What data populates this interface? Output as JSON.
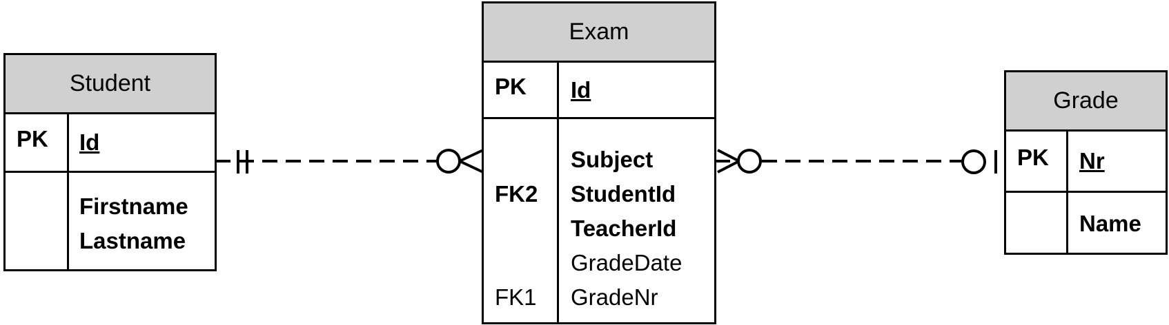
{
  "entities": {
    "student": {
      "name": "Student",
      "pk": {
        "key": "PK",
        "attr": "Id"
      },
      "attrs": [
        "Firstname",
        "Lastname"
      ]
    },
    "exam": {
      "name": "Exam",
      "pk": {
        "key": "PK",
        "attr": "Id"
      },
      "keys": [
        "FK2",
        "FK1"
      ],
      "attrs_bold": [
        "Subject",
        "StudentId",
        "TeacherId"
      ],
      "attrs_plain": [
        "GradeDate",
        "GradeNr"
      ]
    },
    "grade": {
      "name": "Grade",
      "pk": {
        "key": "PK",
        "attr": "Nr"
      },
      "attrs": [
        "Name"
      ]
    }
  },
  "relationships": [
    {
      "from": "Student",
      "to": "Exam",
      "from_end": "exactly-one",
      "to_end": "zero-or-many"
    },
    {
      "from": "Exam",
      "to": "Grade",
      "from_end": "zero-or-many",
      "to_end": "zero-or-one"
    }
  ]
}
